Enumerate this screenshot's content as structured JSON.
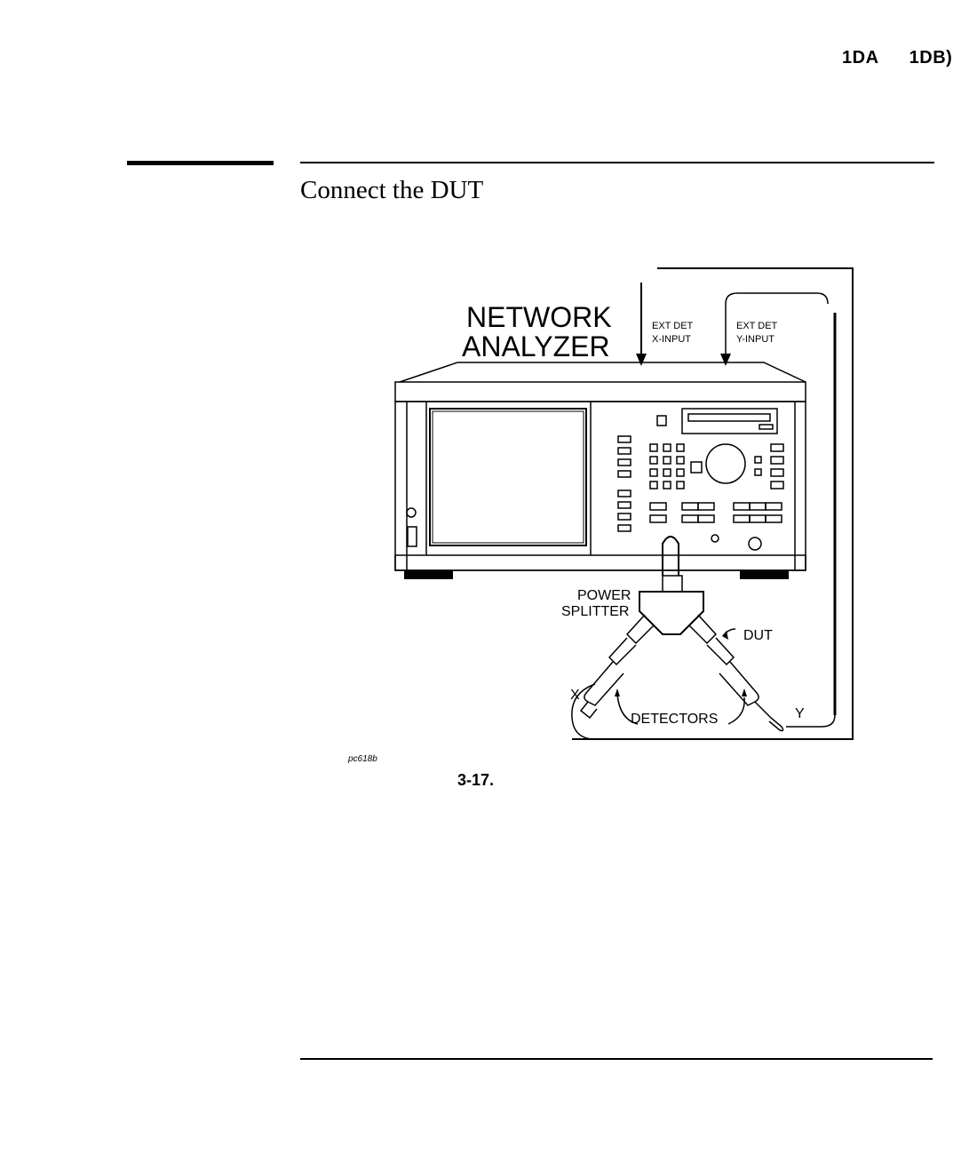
{
  "header": {
    "code_a": "1DA",
    "code_b": "1DB)"
  },
  "section": {
    "title": "Connect the DUT"
  },
  "figure": {
    "labels": {
      "network": "NETWORK",
      "analyzer": "ANALYZER",
      "ext_det_x": "EXT DET",
      "x_input": "X-INPUT",
      "ext_det_y": "EXT DET",
      "y_input": "Y-INPUT",
      "power": "POWER",
      "splitter": "SPLITTER",
      "dut": "DUT",
      "detectors": "DETECTORS",
      "x": "X",
      "y": "Y",
      "ref": "pc618b"
    },
    "caption_number": "3-17."
  }
}
